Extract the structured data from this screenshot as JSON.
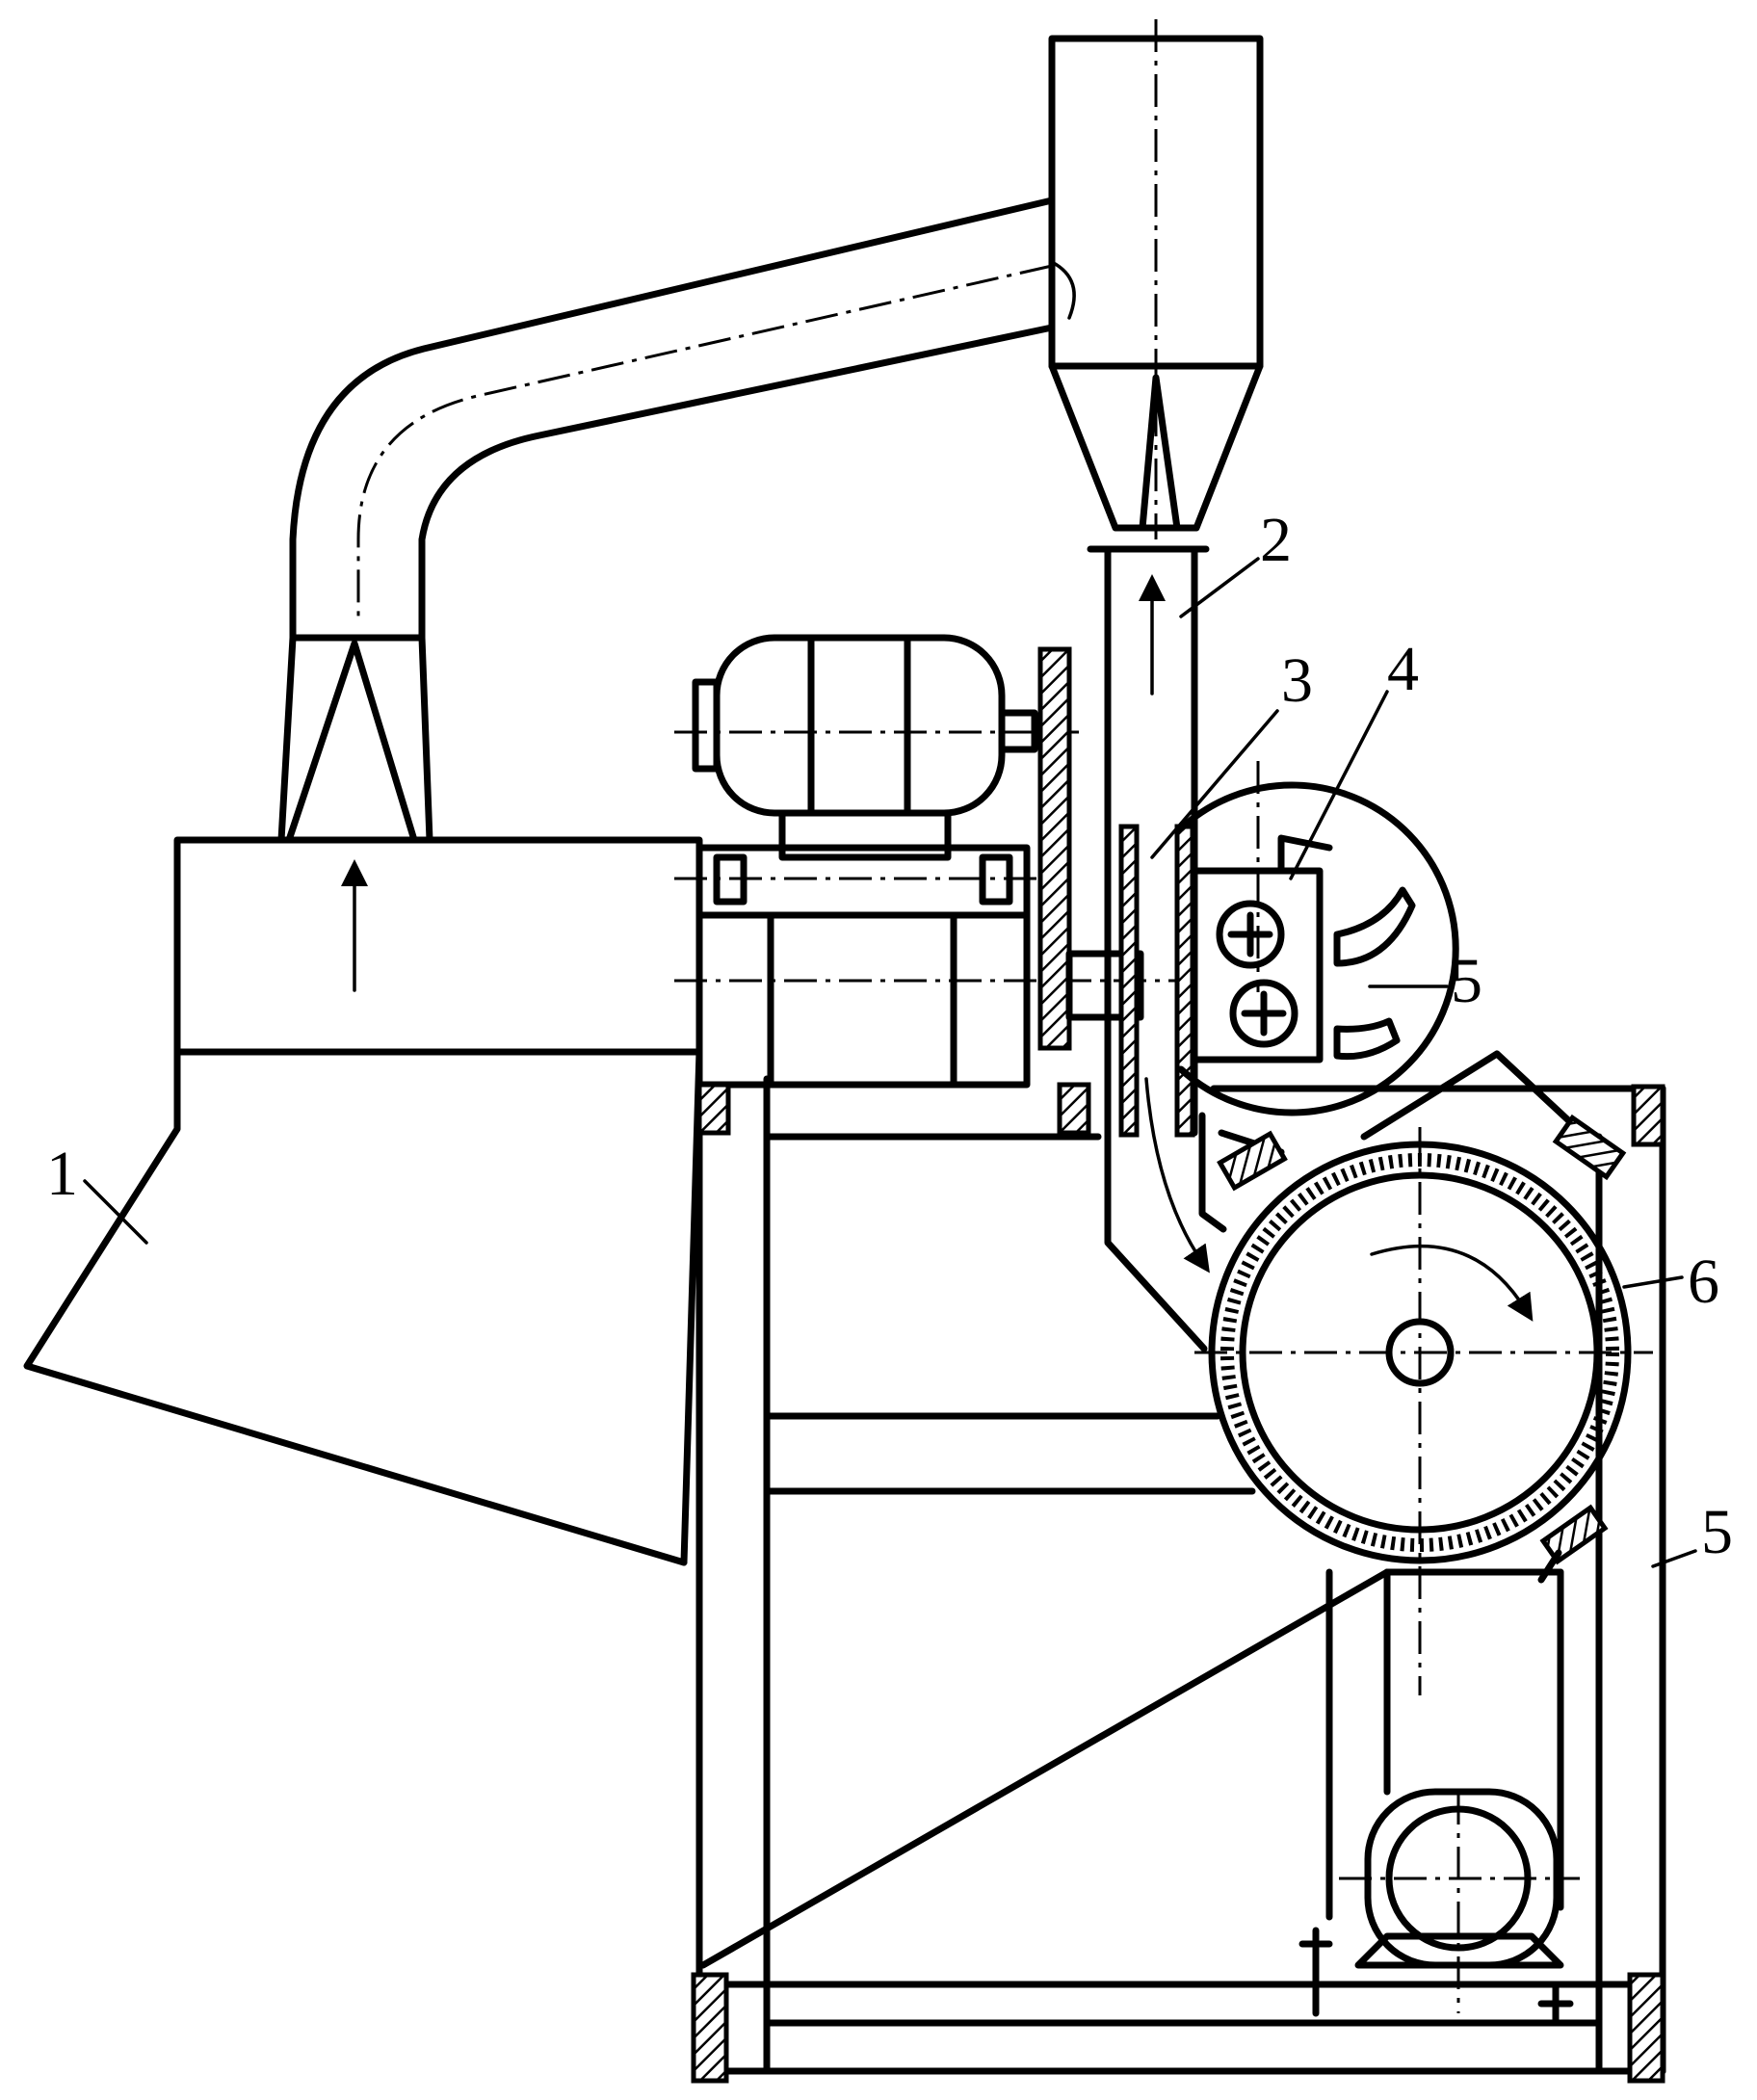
{
  "labels": {
    "l1": "1",
    "l2": "2",
    "l3": "3",
    "l4": "4",
    "l5a": "5",
    "l5b": "5",
    "l6": "6"
  }
}
